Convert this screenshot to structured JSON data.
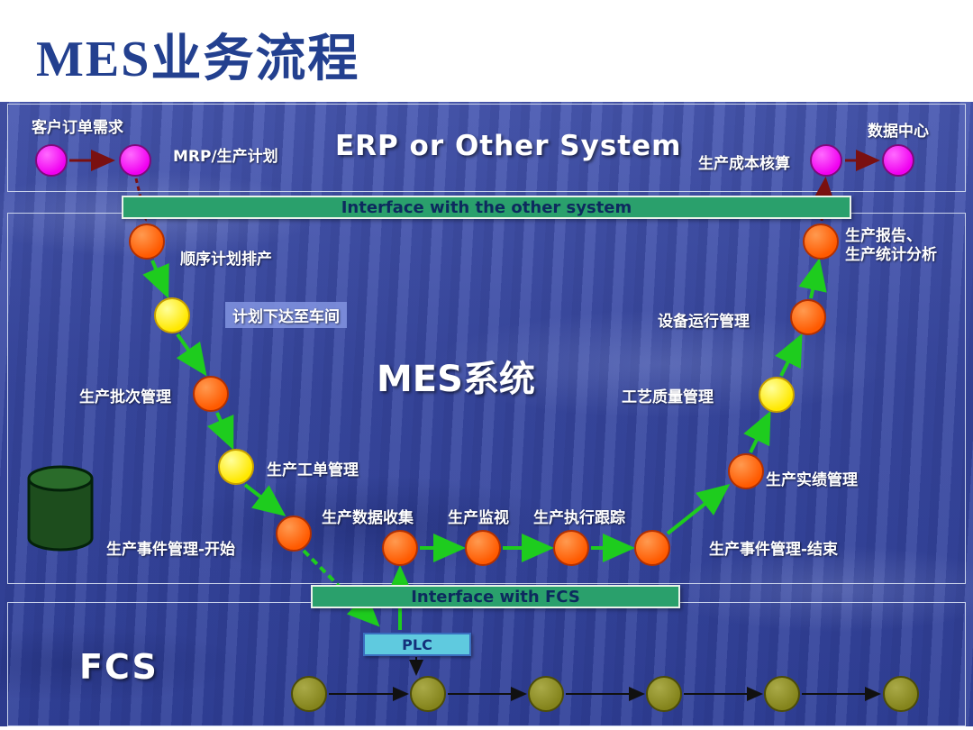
{
  "slide": {
    "title": "MES业务流程"
  },
  "erp": {
    "heading": "ERP or Other System",
    "customer_order_label": "客户订单需求",
    "mrp_label": "MRP/生产计划",
    "cost_label": "生产成本核算",
    "datacenter_label": "数据中心"
  },
  "interfaces": {
    "top": "Interface with the other system",
    "bottom": "Interface with FCS"
  },
  "mes": {
    "heading": "MES系统",
    "nodes": {
      "n1": "顺序计划排产",
      "n2": "计划下达至车间",
      "n3": "生产批次管理",
      "n4": "生产工单管理",
      "n5": "生产事件管理-开始",
      "n6": "生产数据收集",
      "n7": "生产监视",
      "n8": "生产执行跟踪",
      "n9": "生产事件管理-结束",
      "n10": "生产实绩管理",
      "n11": "工艺质量管理",
      "n12": "设备运行管理",
      "n13_line1": "生产报告、",
      "n13_line2": "生产统计分析"
    }
  },
  "fcs": {
    "heading": "FCS",
    "plc_label": "PLC"
  },
  "colors": {
    "magenta": "#f000f0",
    "orange": "#ff5a00",
    "yellow": "#ffe800",
    "olive": "#84841c",
    "green_bar": "#2aa06c",
    "plc_fill": "#5fcadf",
    "arrow_green": "#1ecc1e",
    "arrow_red": "#7a1010",
    "title_blue": "#23408f"
  }
}
